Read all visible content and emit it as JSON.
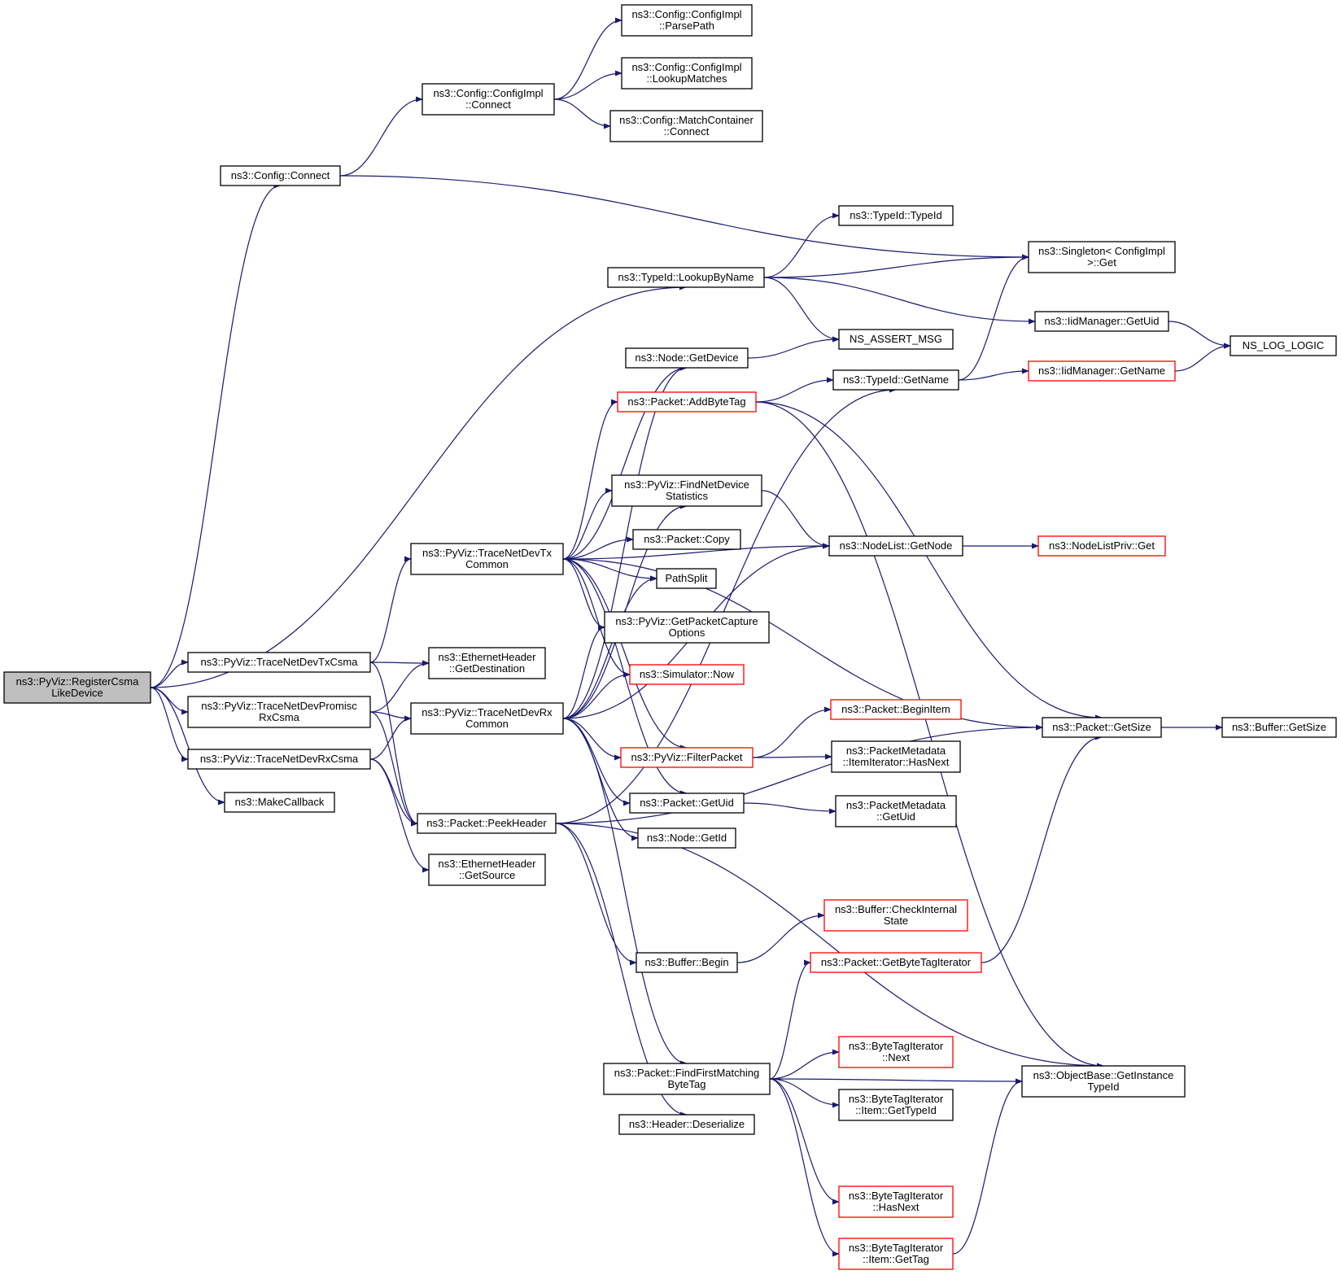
{
  "diagram": {
    "nodes": [
      {
        "id": "root",
        "lines": [
          "ns3::PyViz::RegisterCsma",
          "LikeDevice"
        ],
        "style": "root"
      },
      {
        "id": "cfgconnect",
        "lines": [
          "ns3::Config::Connect"
        ],
        "style": "normal"
      },
      {
        "id": "cfgimplconnect",
        "lines": [
          "ns3::Config::ConfigImpl",
          "::Connect"
        ],
        "style": "normal"
      },
      {
        "id": "parsepath",
        "lines": [
          "ns3::Config::ConfigImpl",
          "::ParsePath"
        ],
        "style": "normal"
      },
      {
        "id": "lookupmatches",
        "lines": [
          "ns3::Config::ConfigImpl",
          "::LookupMatches"
        ],
        "style": "normal"
      },
      {
        "id": "matchcontainer",
        "lines": [
          "ns3::Config::MatchContainer",
          "::Connect"
        ],
        "style": "normal"
      },
      {
        "id": "typeidtypeid",
        "lines": [
          "ns3::TypeId::TypeId"
        ],
        "style": "normal"
      },
      {
        "id": "singleton",
        "lines": [
          "ns3::Singleton< ConfigImpl",
          ">::Get"
        ],
        "style": "normal"
      },
      {
        "id": "lookupbyname",
        "lines": [
          "ns3::TypeId::LookupByName"
        ],
        "style": "normal"
      },
      {
        "id": "iidgetuid",
        "lines": [
          "ns3::IidManager::GetUid"
        ],
        "style": "normal"
      },
      {
        "id": "nsassert",
        "lines": [
          "NS_ASSERT_MSG"
        ],
        "style": "normal"
      },
      {
        "id": "nslog",
        "lines": [
          "NS_LOG_LOGIC"
        ],
        "style": "normal"
      },
      {
        "id": "nodegetdevice",
        "lines": [
          "ns3::Node::GetDevice"
        ],
        "style": "normal"
      },
      {
        "id": "typeidgetname",
        "lines": [
          "ns3::TypeId::GetName"
        ],
        "style": "normal"
      },
      {
        "id": "iidgetname",
        "lines": [
          "ns3::IidManager::GetName"
        ],
        "style": "red"
      },
      {
        "id": "addbytetag",
        "lines": [
          "ns3::Packet::AddByteTag"
        ],
        "style": "red"
      },
      {
        "id": "findnetdev",
        "lines": [
          "ns3::PyViz::FindNetDevice",
          "Statistics"
        ],
        "style": "normal"
      },
      {
        "id": "packetcopy",
        "lines": [
          "ns3::Packet::Copy"
        ],
        "style": "normal"
      },
      {
        "id": "nodelistgetnode",
        "lines": [
          "ns3::NodeList::GetNode"
        ],
        "style": "normal"
      },
      {
        "id": "nodelistpriv",
        "lines": [
          "ns3::NodeListPriv::Get"
        ],
        "style": "red"
      },
      {
        "id": "txcommon",
        "lines": [
          "ns3::PyViz::TraceNetDevTx",
          "Common"
        ],
        "style": "normal"
      },
      {
        "id": "pathsplit",
        "lines": [
          "PathSplit"
        ],
        "style": "normal"
      },
      {
        "id": "getpktcap",
        "lines": [
          "ns3::PyViz::GetPacketCapture",
          "Options"
        ],
        "style": "normal"
      },
      {
        "id": "txcsma",
        "lines": [
          "ns3::PyViz::TraceNetDevTxCsma"
        ],
        "style": "normal"
      },
      {
        "id": "ethgetdest",
        "lines": [
          "ns3::EthernetHeader",
          "::GetDestination"
        ],
        "style": "normal"
      },
      {
        "id": "simnow",
        "lines": [
          "ns3::Simulator::Now"
        ],
        "style": "red"
      },
      {
        "id": "promisc",
        "lines": [
          "ns3::PyViz::TraceNetDevPromisc",
          "RxCsma"
        ],
        "style": "normal"
      },
      {
        "id": "rxcommon",
        "lines": [
          "ns3::PyViz::TraceNetDevRx",
          "Common"
        ],
        "style": "normal"
      },
      {
        "id": "beginitem",
        "lines": [
          "ns3::Packet::BeginItem"
        ],
        "style": "red"
      },
      {
        "id": "pktgetsize",
        "lines": [
          "ns3::Packet::GetSize"
        ],
        "style": "normal"
      },
      {
        "id": "bufgetsize",
        "lines": [
          "ns3::Buffer::GetSize"
        ],
        "style": "normal"
      },
      {
        "id": "rxcsma",
        "lines": [
          "ns3::PyViz::TraceNetDevRxCsma"
        ],
        "style": "normal"
      },
      {
        "id": "filterpacket",
        "lines": [
          "ns3::PyViz::FilterPacket"
        ],
        "style": "red"
      },
      {
        "id": "hasnext",
        "lines": [
          "ns3::PacketMetadata",
          "::ItemIterator::HasNext"
        ],
        "style": "normal"
      },
      {
        "id": "makecallback",
        "lines": [
          "ns3::MakeCallback"
        ],
        "style": "normal"
      },
      {
        "id": "pktgetuid",
        "lines": [
          "ns3::Packet::GetUid"
        ],
        "style": "normal"
      },
      {
        "id": "pmgetuid",
        "lines": [
          "ns3::PacketMetadata",
          "::GetUid"
        ],
        "style": "normal"
      },
      {
        "id": "peekheader",
        "lines": [
          "ns3::Packet::PeekHeader"
        ],
        "style": "normal"
      },
      {
        "id": "nodegetid",
        "lines": [
          "ns3::Node::GetId"
        ],
        "style": "normal"
      },
      {
        "id": "ethgetsrc",
        "lines": [
          "ns3::EthernetHeader",
          "::GetSource"
        ],
        "style": "normal"
      },
      {
        "id": "checkinternal",
        "lines": [
          "ns3::Buffer::CheckInternal",
          "State"
        ],
        "style": "red"
      },
      {
        "id": "bufbegin",
        "lines": [
          "ns3::Buffer::Begin"
        ],
        "style": "normal"
      },
      {
        "id": "getbytetagit",
        "lines": [
          "ns3::Packet::GetByteTagIterator"
        ],
        "style": "red"
      },
      {
        "id": "btinext",
        "lines": [
          "ns3::ByteTagIterator",
          "::Next"
        ],
        "style": "red"
      },
      {
        "id": "findfirst",
        "lines": [
          "ns3::Packet::FindFirstMatching",
          "ByteTag"
        ],
        "style": "normal"
      },
      {
        "id": "getinstance",
        "lines": [
          "ns3::ObjectBase::GetInstance",
          "TypeId"
        ],
        "style": "normal"
      },
      {
        "id": "gettypeid",
        "lines": [
          "ns3::ByteTagIterator",
          "::Item::GetTypeId"
        ],
        "style": "normal"
      },
      {
        "id": "deserialize",
        "lines": [
          "ns3::Header::Deserialize"
        ],
        "style": "normal"
      },
      {
        "id": "btihasnext",
        "lines": [
          "ns3::ByteTagIterator",
          "::HasNext"
        ],
        "style": "red"
      },
      {
        "id": "btigettag",
        "lines": [
          "ns3::ByteTagIterator",
          "::Item::GetTag"
        ],
        "style": "red"
      }
    ],
    "edges": [
      [
        "root",
        "cfgconnect"
      ],
      [
        "root",
        "lookupbyname"
      ],
      [
        "root",
        "txcsma"
      ],
      [
        "root",
        "promisc"
      ],
      [
        "root",
        "rxcsma"
      ],
      [
        "root",
        "makecallback"
      ],
      [
        "cfgconnect",
        "cfgimplconnect"
      ],
      [
        "cfgconnect",
        "singleton"
      ],
      [
        "cfgimplconnect",
        "parsepath"
      ],
      [
        "cfgimplconnect",
        "lookupmatches"
      ],
      [
        "cfgimplconnect",
        "matchcontainer"
      ],
      [
        "lookupbyname",
        "typeidtypeid"
      ],
      [
        "lookupbyname",
        "singleton"
      ],
      [
        "lookupbyname",
        "iidgetuid"
      ],
      [
        "lookupbyname",
        "nsassert"
      ],
      [
        "iidgetuid",
        "nslog"
      ],
      [
        "iidgetname",
        "nslog"
      ],
      [
        "typeidgetname",
        "singleton"
      ],
      [
        "typeidgetname",
        "iidgetname"
      ],
      [
        "nodegetdevice",
        "nsassert"
      ],
      [
        "addbytetag",
        "typeidgetname"
      ],
      [
        "addbytetag",
        "pktgetsize"
      ],
      [
        "addbytetag",
        "getinstance"
      ],
      [
        "findnetdev",
        "nodelistgetnode"
      ],
      [
        "nodelistgetnode",
        "nodelistpriv"
      ],
      [
        "txcommon",
        "nodegetdevice"
      ],
      [
        "txcommon",
        "addbytetag"
      ],
      [
        "txcommon",
        "findnetdev"
      ],
      [
        "txcommon",
        "packetcopy"
      ],
      [
        "txcommon",
        "pathsplit"
      ],
      [
        "txcommon",
        "getpktcap"
      ],
      [
        "txcommon",
        "simnow"
      ],
      [
        "txcommon",
        "filterpacket"
      ],
      [
        "txcommon",
        "pktgetuid"
      ],
      [
        "txcommon",
        "nodelistgetnode"
      ],
      [
        "txcommon",
        "pktgetsize"
      ],
      [
        "txcsma",
        "txcommon"
      ],
      [
        "txcsma",
        "ethgetdest"
      ],
      [
        "txcsma",
        "peekheader"
      ],
      [
        "promisc",
        "ethgetdest"
      ],
      [
        "promisc",
        "rxcommon"
      ],
      [
        "promisc",
        "peekheader"
      ],
      [
        "rxcsma",
        "rxcommon"
      ],
      [
        "rxcsma",
        "peekheader"
      ],
      [
        "rxcsma",
        "ethgetsrc"
      ],
      [
        "rxcommon",
        "nodegetdevice"
      ],
      [
        "rxcommon",
        "findnetdev"
      ],
      [
        "rxcommon",
        "pathsplit"
      ],
      [
        "rxcommon",
        "getpktcap"
      ],
      [
        "rxcommon",
        "simnow"
      ],
      [
        "rxcommon",
        "nodelistgetnode"
      ],
      [
        "rxcommon",
        "filterpacket"
      ],
      [
        "rxcommon",
        "pktgetuid"
      ],
      [
        "rxcommon",
        "nodegetid"
      ],
      [
        "rxcommon",
        "findfirst"
      ],
      [
        "filterpacket",
        "beginitem"
      ],
      [
        "filterpacket",
        "hasnext"
      ],
      [
        "pktgetuid",
        "pmgetuid"
      ],
      [
        "pktgetsize",
        "bufgetsize"
      ],
      [
        "peekheader",
        "typeidgetname"
      ],
      [
        "peekheader",
        "pktgetsize"
      ],
      [
        "peekheader",
        "bufbegin"
      ],
      [
        "peekheader",
        "getinstance"
      ],
      [
        "peekheader",
        "deserialize"
      ],
      [
        "bufbegin",
        "checkinternal"
      ],
      [
        "getbytetagit",
        "pktgetsize"
      ],
      [
        "findfirst",
        "getbytetagit"
      ],
      [
        "findfirst",
        "btinext"
      ],
      [
        "findfirst",
        "gettypeid"
      ],
      [
        "findfirst",
        "getinstance"
      ],
      [
        "findfirst",
        "btihasnext"
      ],
      [
        "findfirst",
        "btigettag"
      ],
      [
        "btigettag",
        "getinstance"
      ]
    ],
    "colors": {
      "edge": "#191970",
      "border": "#000000",
      "border_red": "#ff0000",
      "root_fill": "#bfbfbf",
      "fill": "#ffffff",
      "text": "#000000"
    }
  }
}
